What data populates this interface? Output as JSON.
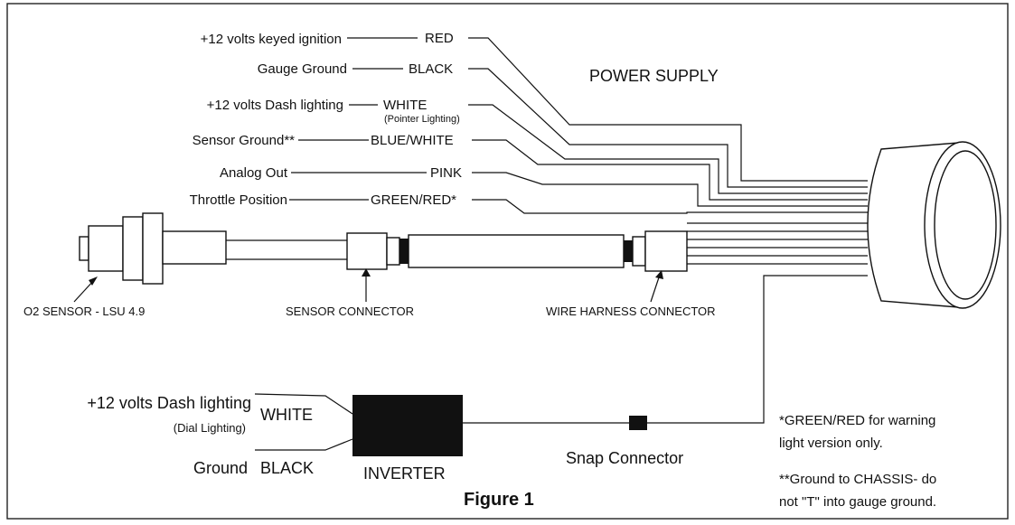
{
  "labels": {
    "keyed_ignition": "+12 volts keyed ignition",
    "gauge_ground": "Gauge Ground",
    "dash_lighting": "+12 volts Dash lighting",
    "sensor_ground": "Sensor Ground**",
    "analog_out": "Analog Out",
    "throttle_position": "Throttle Position"
  },
  "wires": {
    "red": "RED",
    "black": "BLACK",
    "white": "WHITE",
    "pointer_lighting": "(Pointer Lighting)",
    "blue_white": "BLUE/WHITE",
    "pink": "PINK",
    "green_red": "GREEN/RED*"
  },
  "power_supply": "POWER SUPPLY",
  "components": {
    "o2_sensor": "O2 SENSOR - LSU 4.9",
    "sensor_connector": "SENSOR CONNECTOR",
    "harness_connector": "WIRE HARNESS CONNECTOR"
  },
  "inverter_section": {
    "dash_lighting": "+12 volts Dash lighting",
    "dial_lighting": "(Dial Lighting)",
    "white": "WHITE",
    "ground": "Ground",
    "black": "BLACK",
    "inverter": "INVERTER",
    "snap_connector": "Snap Connector"
  },
  "notes": {
    "note1_line1": "*GREEN/RED for warning",
    "note1_line2": "light version only.",
    "note2_line1": "**Ground to CHASSIS- do",
    "note2_line2": "not \"T\" into gauge ground."
  },
  "figure_caption": "Figure 1"
}
